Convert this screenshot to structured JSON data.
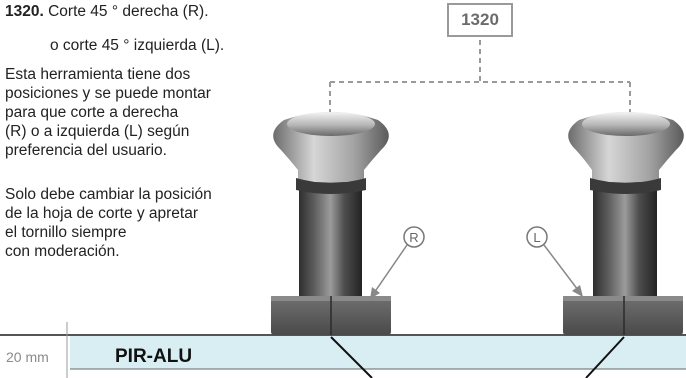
{
  "heading": {
    "code": "1320.",
    "line1_text": " Corte 45 ° derecha (R).",
    "line2_text": "o corte 45 ° izquierda (L)."
  },
  "paragraph1": [
    "Esta herramienta tiene dos",
    "posiciones y se puede montar",
    "para que corte a derecha",
    "(R) o a izquierda (L) según",
    "preferencia del usuario."
  ],
  "paragraph2": [
    "Solo debe cambiar la posición",
    "de la hoja de corte y apretar",
    "el tornillo siempre",
    "con moderación."
  ],
  "product_code_box": "1320",
  "markers": {
    "right": "R",
    "left": "L"
  },
  "board": {
    "thickness_label": "20 mm",
    "material_label": "PIR-ALU",
    "fill_color": "#d9eef3"
  }
}
